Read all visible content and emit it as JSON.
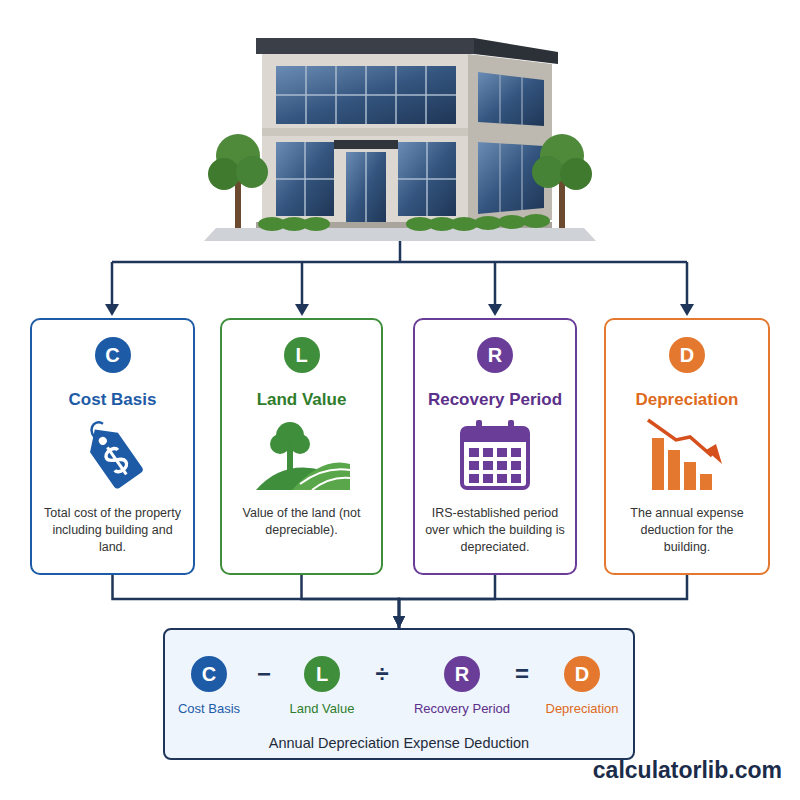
{
  "diagram": {
    "nodes": [
      {
        "text": [
          "Cost Basis",
          "Total cost of the property including building and land."
        ]
      },
      {
        "text": [
          "C"
        ],
        "in": 0
      },
      {
        "text": [
          "Land Value",
          "Value of the land (not depreciable)."
        ]
      },
      {
        "text": [
          "L"
        ],
        "in": 2
      },
      {
        "text": [
          "Recovery Period",
          "IRS-established period over which the building is depreciated."
        ]
      },
      {
        "text": [
          "R"
        ],
        "in": 4
      },
      {
        "text": [
          "Depreciation",
          "The annual expense deduction for the building."
        ]
      },
      {
        "text": [
          "D"
        ],
        "in": 6
      },
      {
        "text": [
          "Annual Depreciation Expense Deduction"
        ]
      },
      {
        "text": [
          "C",
          "Cost Basis"
        ],
        "in": 8
      },
      {
        "text": [
          "L",
          "Land Value"
        ],
        "in": 8
      },
      {
        "text": [
          "R",
          "Recovery Period"
        ],
        "in": 8
      },
      {
        "text": [
          "D",
          "Depreciation"
        ],
        "in": 8
      }
    ],
    "edges": [
      {
        "from": 0,
        "to": 8,
        "arrow": "to"
      },
      {
        "from": 2,
        "to": 8,
        "arrow": "to"
      },
      {
        "from": 4,
        "to": 8,
        "arrow": "to"
      },
      {
        "from": 6,
        "to": 8,
        "arrow": "to"
      }
    ],
    "labels": [
      "−",
      "÷",
      "=",
      "calculatorlib.com"
    ]
  }
}
